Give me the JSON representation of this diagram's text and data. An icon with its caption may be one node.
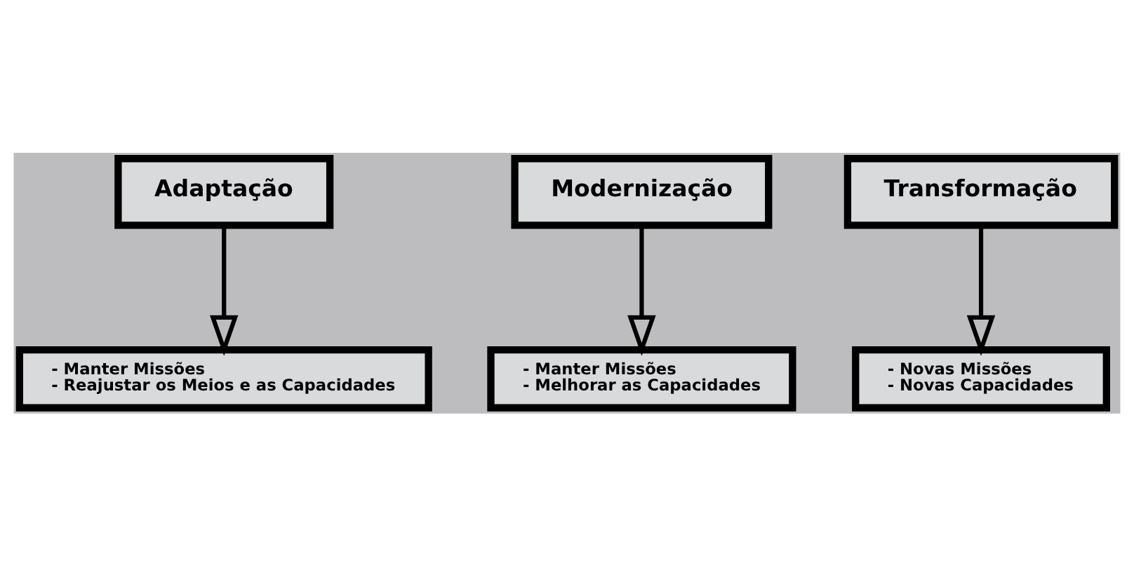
{
  "diagram": {
    "nodes": [
      {
        "text": [
          "Adaptação"
        ]
      },
      {
        "text": [
          "Modernização"
        ]
      },
      {
        "text": [
          "Transformação"
        ]
      },
      {
        "text": [
          "- Manter Missões",
          "- Reajustar os Meios e as Capacidades"
        ]
      },
      {
        "text": [
          "- Manter Missões",
          "- Melhorar as Capacidades"
        ]
      },
      {
        "text": [
          "- Novas Missões",
          "- Novas Capacidades"
        ]
      }
    ],
    "edges": [
      {
        "from": 0,
        "to": 3,
        "arrow": "to"
      },
      {
        "from": 1,
        "to": 4,
        "arrow": "to"
      },
      {
        "from": 2,
        "to": 5,
        "arrow": "to"
      }
    ]
  }
}
